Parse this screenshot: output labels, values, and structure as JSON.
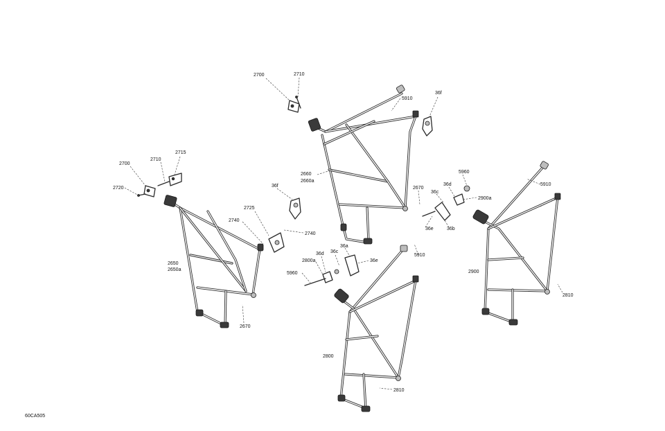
{
  "figure_ref": "60CA505",
  "callouts": {
    "c2700_top": "2700",
    "c2710_top": "2710",
    "c5910_top": "5910",
    "c36f_top": "36f",
    "c2660": "2660",
    "c2660a": "2660a",
    "c2670_mid": "2670",
    "c2700_left": "2700",
    "c2710_left": "2710",
    "c2715": "2715",
    "c2720": "2720",
    "c36f_left": "36f",
    "c2725": "2725",
    "c2740_a": "2740",
    "c2740_b": "2740",
    "c2650": "2650",
    "c2650a": "2650a",
    "c2670_left": "2670",
    "c5960_right": "5960",
    "c36d_right": "36d",
    "c36c_right": "36c",
    "c2900a": "2900a",
    "c36e_right": "36e",
    "c36b": "36b",
    "c5910_right": "5910",
    "c2900": "2900",
    "c2810_right": "2810",
    "c36a": "36a",
    "c36c_mid": "36c",
    "c36d_mid": "36d",
    "c2800a": "2800a",
    "c36e_mid": "36e",
    "c5960_mid": "5960",
    "c5910_mid": "5910",
    "c2800": "2800",
    "c2810_mid": "2810"
  }
}
